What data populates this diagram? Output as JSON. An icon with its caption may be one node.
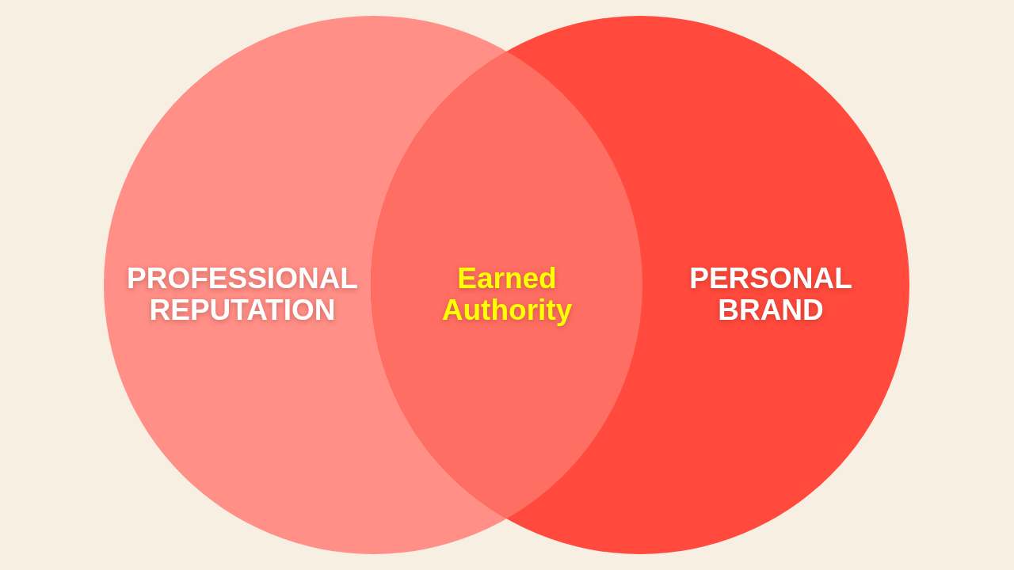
{
  "diagram": {
    "nodes": [
      {
        "text": [
          "PROFESSIONAL REPUTATION"
        ]
      },
      {
        "text": [
          "PERSONAL BRAND"
        ]
      },
      {
        "text": [
          "Earned Authority"
        ]
      }
    ]
  }
}
